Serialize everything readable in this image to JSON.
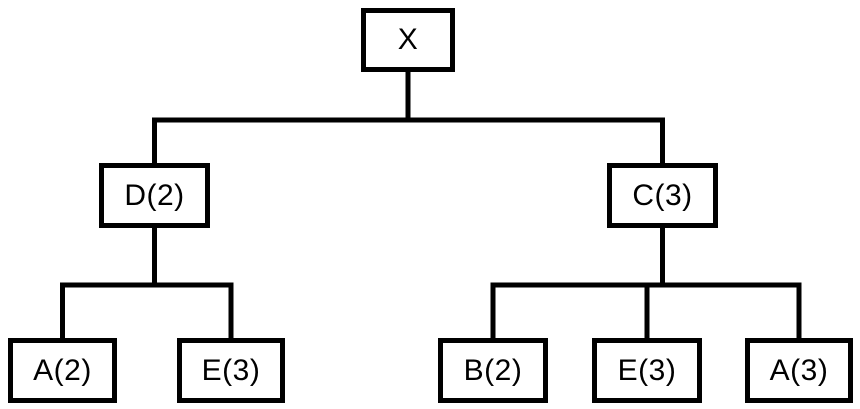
{
  "diagram": {
    "type": "tree",
    "background_color": "#ffffff",
    "line_color": "#000000",
    "box_fill_color": "#ffffff",
    "text_color": "#000000",
    "nodes": {
      "root": {
        "label": "X"
      },
      "d": {
        "label": "D(2)"
      },
      "c": {
        "label": "C(3)"
      },
      "a2": {
        "label": "A(2)"
      },
      "e3_left": {
        "label": "E(3)"
      },
      "b2": {
        "label": "B(2)"
      },
      "e3_right": {
        "label": "E(3)"
      },
      "a3": {
        "label": "A(3)"
      }
    },
    "edges": [
      {
        "from": "X",
        "to": "D(2)"
      },
      {
        "from": "X",
        "to": "C(3)"
      },
      {
        "from": "D(2)",
        "to": "A(2)"
      },
      {
        "from": "D(2)",
        "to": "E(3)"
      },
      {
        "from": "C(3)",
        "to": "B(2)"
      },
      {
        "from": "C(3)",
        "to": "E(3)"
      },
      {
        "from": "C(3)",
        "to": "A(3)"
      }
    ]
  }
}
